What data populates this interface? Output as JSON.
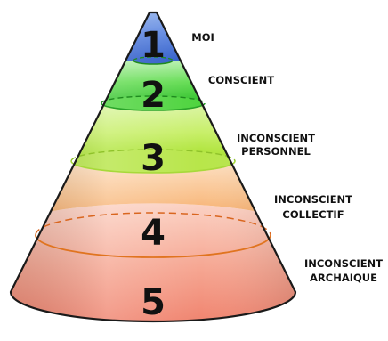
{
  "levels": [
    {
      "number": "1",
      "label": [
        "MOI"
      ],
      "color": "#3f6fd6"
    },
    {
      "number": "2",
      "label": [
        "CONSCIENT"
      ],
      "color": "#33cc33"
    },
    {
      "number": "3",
      "label": [
        "INCONSCIENT",
        "PERSONNEL"
      ],
      "color": "#b6e63c"
    },
    {
      "number": "4",
      "label": [
        "INCONSCIENT",
        "COLLECTIF"
      ],
      "color": "#f4a15a"
    },
    {
      "number": "5",
      "label": [
        "INCONSCIENT",
        "ARCHAIQUE"
      ],
      "color": "#ef7a66"
    }
  ]
}
